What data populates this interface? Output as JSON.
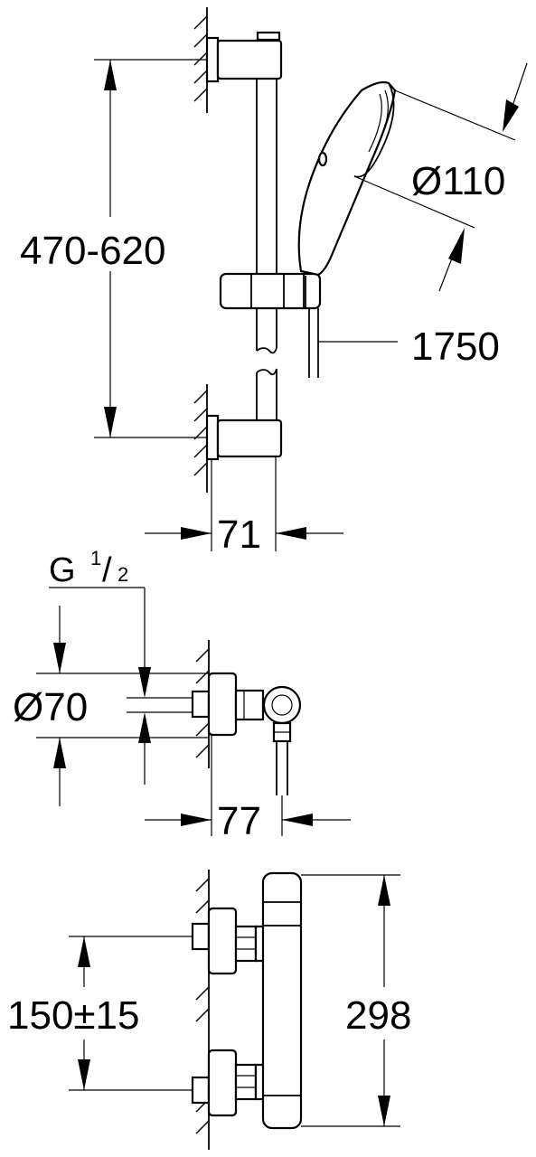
{
  "dimensions": {
    "rail_spacing": "470-620",
    "handshower_diameter": "Ø110",
    "hose_length": "1750",
    "rail_projection": "71",
    "thread_label_g": "G",
    "thread_fraction_num": "1",
    "thread_fraction_den": "2",
    "escutcheon_diameter": "Ø70",
    "elbow_projection": "77",
    "inlet_spacing": "150±15",
    "mixer_height": "298"
  }
}
